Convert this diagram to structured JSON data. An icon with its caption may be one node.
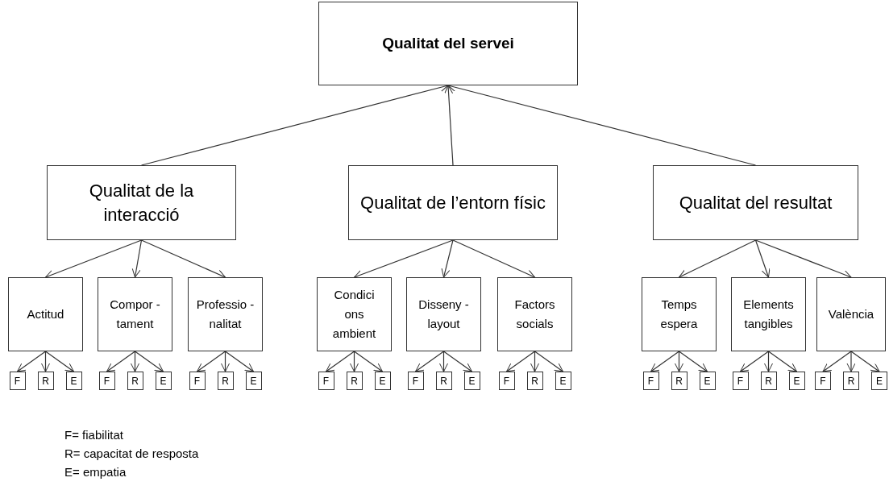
{
  "diagram": {
    "nodes": [
      {
        "text": [
          "Qualitat del servei"
        ]
      },
      {
        "text": [
          "Qualitat de la interacció"
        ]
      },
      {
        "text": [
          "Qualitat de l’entorn físic"
        ]
      },
      {
        "text": [
          "Qualitat del resultat"
        ]
      },
      {
        "text": [
          "Actitud"
        ]
      },
      {
        "text": [
          "Compor -tament"
        ]
      },
      {
        "text": [
          "Professio -nalitat"
        ]
      },
      {
        "text": [
          "Condici ons ambient"
        ]
      },
      {
        "text": [
          "Disseny - layout"
        ]
      },
      {
        "text": [
          "Factors socials"
        ]
      },
      {
        "text": [
          "Temps espera"
        ]
      },
      {
        "text": [
          "Elements tangibles"
        ]
      },
      {
        "text": [
          "València"
        ]
      },
      {
        "text": [
          "F"
        ]
      },
      {
        "text": [
          "R"
        ]
      },
      {
        "text": [
          "E"
        ]
      },
      {
        "text": [
          "F"
        ]
      },
      {
        "text": [
          "R"
        ]
      },
      {
        "text": [
          "E"
        ]
      },
      {
        "text": [
          "F"
        ]
      },
      {
        "text": [
          "R"
        ]
      },
      {
        "text": [
          "E"
        ]
      },
      {
        "text": [
          "F"
        ]
      },
      {
        "text": [
          "R"
        ]
      },
      {
        "text": [
          "E"
        ]
      },
      {
        "text": [
          "F"
        ]
      },
      {
        "text": [
          "R"
        ]
      },
      {
        "text": [
          "E"
        ]
      },
      {
        "text": [
          "F"
        ]
      },
      {
        "text": [
          "R"
        ]
      },
      {
        "text": [
          "E"
        ]
      },
      {
        "text": [
          "F"
        ]
      },
      {
        "text": [
          "R"
        ]
      },
      {
        "text": [
          "E"
        ]
      },
      {
        "text": [
          "F"
        ]
      },
      {
        "text": [
          "R"
        ]
      },
      {
        "text": [
          "E"
        ]
      },
      {
        "text": [
          "F"
        ]
      },
      {
        "text": [
          "R"
        ]
      },
      {
        "text": [
          "E"
        ]
      }
    ],
    "edges": [
      {
        "from": 1,
        "to": 0,
        "arrow": "to"
      },
      {
        "from": 2,
        "to": 0,
        "arrow": "to"
      },
      {
        "from": 3,
        "to": 0,
        "arrow": "to"
      },
      {
        "from": 1,
        "to": 4,
        "arrow": "to"
      },
      {
        "from": 1,
        "to": 5,
        "arrow": "to"
      },
      {
        "from": 1,
        "to": 6,
        "arrow": "to"
      },
      {
        "from": 2,
        "to": 7,
        "arrow": "to"
      },
      {
        "from": 2,
        "to": 8,
        "arrow": "to"
      },
      {
        "from": 2,
        "to": 9,
        "arrow": "to"
      },
      {
        "from": 3,
        "to": 10,
        "arrow": "to"
      },
      {
        "from": 3,
        "to": 11,
        "arrow": "to"
      },
      {
        "from": 3,
        "to": 12,
        "arrow": "to"
      },
      {
        "from": 4,
        "to": 13,
        "arrow": "to"
      },
      {
        "from": 4,
        "to": 14,
        "arrow": "to"
      },
      {
        "from": 4,
        "to": 15,
        "arrow": "to"
      },
      {
        "from": 5,
        "to": 16,
        "arrow": "to"
      },
      {
        "from": 5,
        "to": 17,
        "arrow": "to"
      },
      {
        "from": 5,
        "to": 18,
        "arrow": "to"
      },
      {
        "from": 6,
        "to": 19,
        "arrow": "to"
      },
      {
        "from": 6,
        "to": 20,
        "arrow": "to"
      },
      {
        "from": 6,
        "to": 21,
        "arrow": "to"
      },
      {
        "from": 7,
        "to": 22,
        "arrow": "to"
      },
      {
        "from": 7,
        "to": 23,
        "arrow": "to"
      },
      {
        "from": 7,
        "to": 24,
        "arrow": "to"
      },
      {
        "from": 8,
        "to": 25,
        "arrow": "to"
      },
      {
        "from": 8,
        "to": 26,
        "arrow": "to"
      },
      {
        "from": 8,
        "to": 27,
        "arrow": "to"
      },
      {
        "from": 9,
        "to": 28,
        "arrow": "to"
      },
      {
        "from": 9,
        "to": 29,
        "arrow": "to"
      },
      {
        "from": 9,
        "to": 30,
        "arrow": "to"
      },
      {
        "from": 10,
        "to": 31,
        "arrow": "to"
      },
      {
        "from": 10,
        "to": 32,
        "arrow": "to"
      },
      {
        "from": 10,
        "to": 33,
        "arrow": "to"
      },
      {
        "from": 11,
        "to": 34,
        "arrow": "to"
      },
      {
        "from": 11,
        "to": 35,
        "arrow": "to"
      },
      {
        "from": 11,
        "to": 36,
        "arrow": "to"
      },
      {
        "from": 12,
        "to": 37,
        "arrow": "to"
      },
      {
        "from": 12,
        "to": 38,
        "arrow": "to"
      },
      {
        "from": 12,
        "to": 39,
        "arrow": "to"
      }
    ],
    "labels": [
      "F= fiabilitat",
      "R= capacitat de resposta",
      "E= empatia"
    ]
  }
}
